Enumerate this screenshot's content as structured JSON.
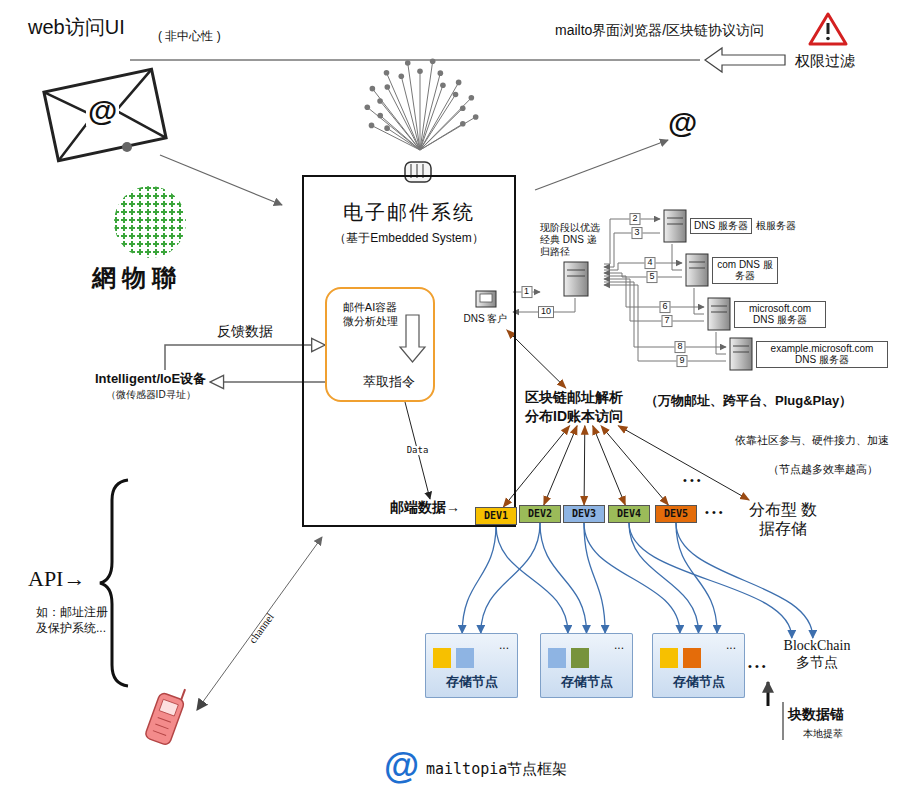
{
  "diagram": {
    "title": "web访问UI",
    "caption": "mailtopia节点框架",
    "nodes": [
      {
        "text": [
          "电子邮件系统",
          "（基于Embedded System）"
        ]
      },
      {
        "text": [
          "邮件AI容器 微分析处理",
          "萃取指令"
        ],
        "in": 0
      },
      {
        "text": [
          "邮端数据→"
        ],
        "in": 0
      },
      {
        "text": [
          "DNS 客户"
        ]
      },
      {
        "text": [
          "现阶段以优选 经典 DNS 递归路径"
        ]
      },
      {
        "text": [
          "DNS 服务器",
          "根服务器"
        ]
      },
      {
        "text": [
          "com DNS 服务器"
        ]
      },
      {
        "text": [
          "microsoft.com DNS 服务器"
        ]
      },
      {
        "text": [
          "example.microsoft.com DNS 服务器"
        ]
      },
      {
        "text": [
          "Intelligent/IoE设备",
          "（微传感器ID寻址）"
        ]
      },
      {
        "text": [
          "区块链邮址解析 分布ID账本访问",
          "（万物邮址、跨平台、Plug&Play）"
        ]
      },
      {
        "text": [
          "DEV1"
        ],
        "in": 0
      },
      {
        "text": [
          "DEV2"
        ]
      },
      {
        "text": [
          "DEV3"
        ]
      },
      {
        "text": [
          "DEV4"
        ]
      },
      {
        "text": [
          "DEV5"
        ]
      },
      {
        "text": [
          "分布型 数据存储"
        ]
      },
      {
        "text": [
          "...",
          "存储节点"
        ]
      },
      {
        "text": [
          "...",
          "存储节点"
        ]
      },
      {
        "text": [
          "...",
          "存储节点"
        ]
      },
      {
        "text": [
          "BlockChain 多节点"
        ]
      }
    ],
    "edges": [
      {
        "from": 3,
        "to": 4,
        "arrow": "to",
        "label": "1"
      },
      {
        "from": 4,
        "to": 3,
        "arrow": "to",
        "label": "10"
      },
      {
        "from": 4,
        "to": 5,
        "arrow": "to",
        "label": "2"
      },
      {
        "from": 5,
        "to": 4,
        "arrow": "to",
        "label": "3"
      },
      {
        "from": 4,
        "to": 6,
        "arrow": "to",
        "label": "4"
      },
      {
        "from": 6,
        "to": 4,
        "arrow": "to",
        "label": "5"
      },
      {
        "from": 4,
        "to": 7,
        "arrow": "to",
        "label": "6"
      },
      {
        "from": 7,
        "to": 4,
        "arrow": "to",
        "label": "7"
      },
      {
        "from": 4,
        "to": 8,
        "arrow": "to",
        "label": "8"
      },
      {
        "from": 8,
        "to": 4,
        "arrow": "to",
        "label": "9"
      },
      {
        "from": 5,
        "to": 6,
        "arrow": "none"
      },
      {
        "from": 6,
        "to": 7,
        "arrow": "none"
      },
      {
        "from": 7,
        "to": 8,
        "arrow": "none"
      },
      {
        "from": 1,
        "to": 9,
        "arrow": "to"
      },
      {
        "from": 9,
        "to": 1,
        "arrow": "to",
        "label": "反馈数据"
      },
      {
        "from": 1,
        "to": 2,
        "arrow": "to",
        "label": "Data"
      },
      {
        "from": 3,
        "to": 10,
        "arrow": "both"
      },
      {
        "from": 10,
        "to": 11,
        "arrow": "both"
      },
      {
        "from": 10,
        "to": 12,
        "arrow": "both"
      },
      {
        "from": 10,
        "to": 13,
        "arrow": "both"
      },
      {
        "from": 10,
        "to": 14,
        "arrow": "both"
      },
      {
        "from": 10,
        "to": 15,
        "arrow": "both"
      },
      {
        "from": 10,
        "to": 16,
        "arrow": "both"
      },
      {
        "from": 11,
        "to": 17,
        "arrow": "to"
      },
      {
        "from": 11,
        "to": 18,
        "arrow": "to"
      },
      {
        "from": 12,
        "to": 17,
        "arrow": "to"
      },
      {
        "from": 12,
        "to": 18,
        "arrow": "to"
      },
      {
        "from": 13,
        "to": 18,
        "arrow": "to"
      },
      {
        "from": 13,
        "to": 19,
        "arrow": "to"
      },
      {
        "from": 14,
        "to": 19,
        "arrow": "to"
      },
      {
        "from": 14,
        "to": 20,
        "arrow": "to"
      },
      {
        "from": 15,
        "to": 19,
        "arrow": "to"
      },
      {
        "from": 15,
        "to": 20,
        "arrow": "to"
      }
    ],
    "labels": [
      "( 非中心性 )",
      "mailto界面浏览器/区块链协议访问",
      "权限过滤",
      "@",
      "@",
      "網物聯",
      "依靠社区参与、硬件接力、加速",
      "• • •",
      "• • •",
      "（节点越多效率越高）",
      "API→",
      "如：邮址注册 及保护系统...",
      "channel",
      "• • •",
      "块数据锚",
      "本地提萃",
      "@"
    ]
  }
}
